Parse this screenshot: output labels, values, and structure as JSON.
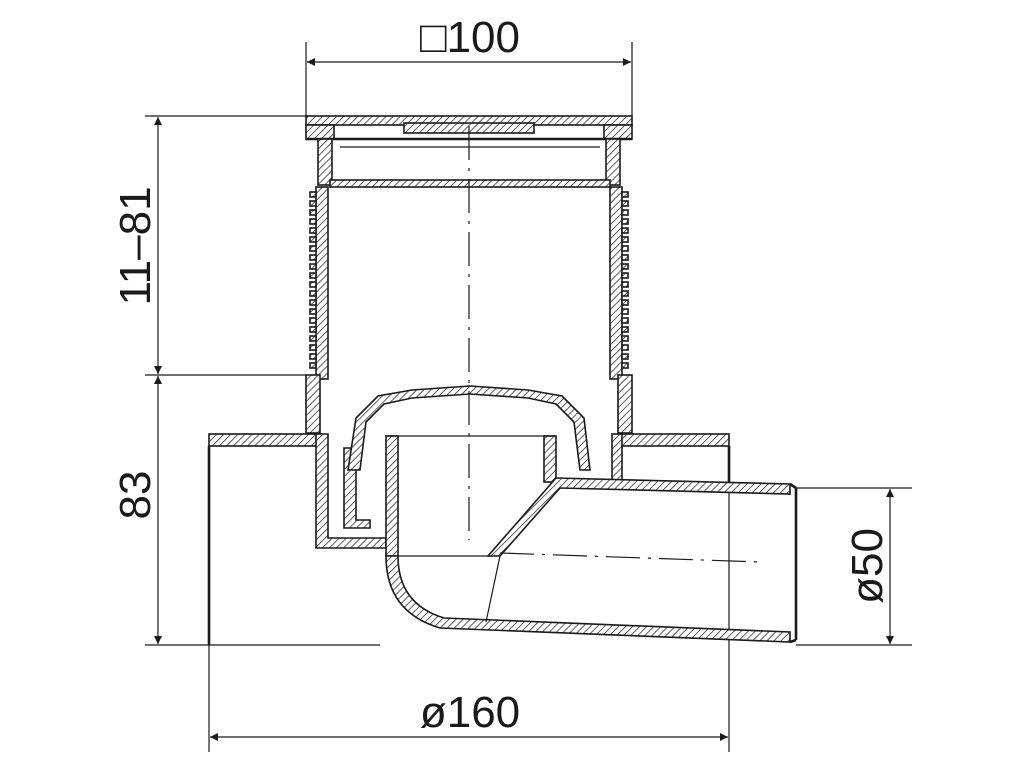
{
  "dimensions": {
    "top_width": "□100",
    "upper_height": "11–81",
    "lower_height": "83",
    "outlet_diameter": "ø50",
    "base_diameter": "ø160"
  },
  "colors": {
    "line": "#1a1a1a",
    "background": "#ffffff"
  }
}
